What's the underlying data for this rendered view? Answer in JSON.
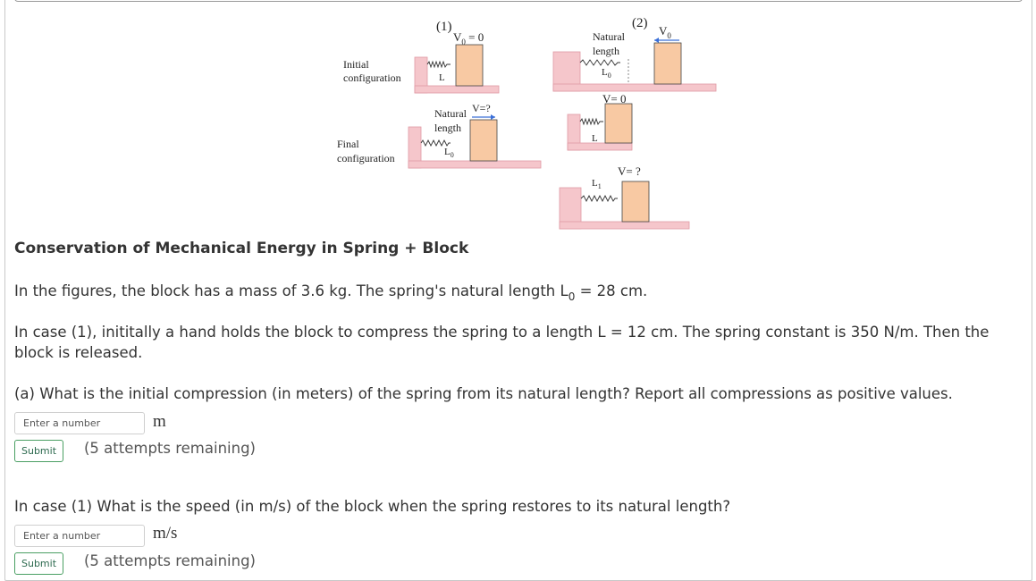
{
  "figure": {
    "label_initial": "Initial",
    "label_initial2": "configuration",
    "label_final": "Final",
    "label_final2": "configuration",
    "case1": "(1)",
    "case2": "(2)",
    "v0_eq": "V",
    "v0_sub": "0",
    "v0_rest": " = 0",
    "v_question": "V=?",
    "natural": "Natural",
    "length": "length",
    "L": "L",
    "L0": "L",
    "L0_sub": "0",
    "case2_v0": "V",
    "case2_v0_sub": "0",
    "v_zero": "V= 0",
    "v_q2": "V= ?",
    "L1": "L",
    "L1_sub": "1"
  },
  "problem": {
    "title": "Conservation of Mechanical Energy in Spring + Block",
    "intro_pre": "In the figures, the block has a mass of 3.6 kg. The spring's natural length L",
    "intro_sub": "0",
    "intro_post": " = 28 cm.",
    "case1": "In case (1), inititally a hand holds the block to compress the spring to a length L = 12 cm.  The spring constant is 350  N/m. Then the block is released.",
    "question_a": "(a) What is the initial compression (in meters) of the spring from its natural length? Report all compressions as positive values.",
    "question_b": "In case (1) What is the speed (in m/s) of the block when the spring restores to its natural length?"
  },
  "answers": [
    {
      "placeholder": "Enter a number",
      "unit": "m",
      "submit": "Submit",
      "attempts": "(5 attempts remaining)"
    },
    {
      "placeholder": "Enter a number",
      "unit": "m/s",
      "submit": "Submit",
      "attempts": "(5 attempts remaining)"
    }
  ],
  "colors": {
    "wall": "#f5c6cb",
    "block": "#f8c9a3",
    "arrow": "#3a6fd8",
    "submit_border": "#4a9f63"
  }
}
